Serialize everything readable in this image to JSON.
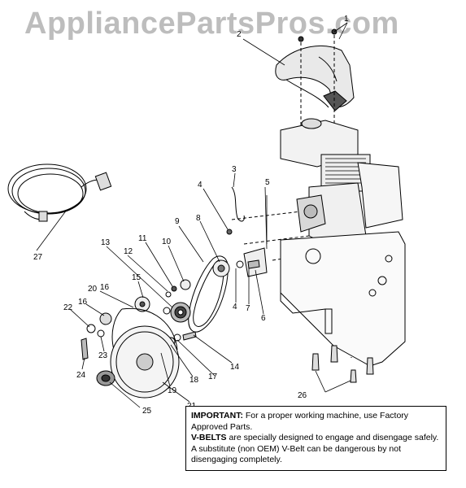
{
  "watermark": "AppliancePartsPros.com",
  "callouts": {
    "c1": "1",
    "c2": "2",
    "c3": "3",
    "c4a": "4",
    "c4b": "4",
    "c5": "5",
    "c6": "6",
    "c7": "7",
    "c8": "8",
    "c9": "9",
    "c10": "10",
    "c11": "11",
    "c12": "12",
    "c13": "13",
    "c14": "14",
    "c15": "15",
    "c16a": "16",
    "c16b": "16",
    "c17": "17",
    "c18": "18",
    "c19": "19",
    "c20": "20",
    "c21": "21",
    "c22": "22",
    "c23": "23",
    "c24": "24",
    "c25": "25",
    "c26": "26",
    "c27": "27"
  },
  "note": {
    "important_label": "IMPORTANT:",
    "important_text": " For a proper working machine, use Factory Approved Parts.",
    "vbelts_label": "V-BELTS",
    "vbelts_text": " are specially designed to engage and disengage safely.  A substitute (non OEM) V-Belt can be dangerous by not disengaging completely."
  },
  "colors": {
    "line": "#000000",
    "watermark": "#bdbdbd",
    "shade": "#cfcfcf",
    "dark": "#3a3a3a"
  }
}
